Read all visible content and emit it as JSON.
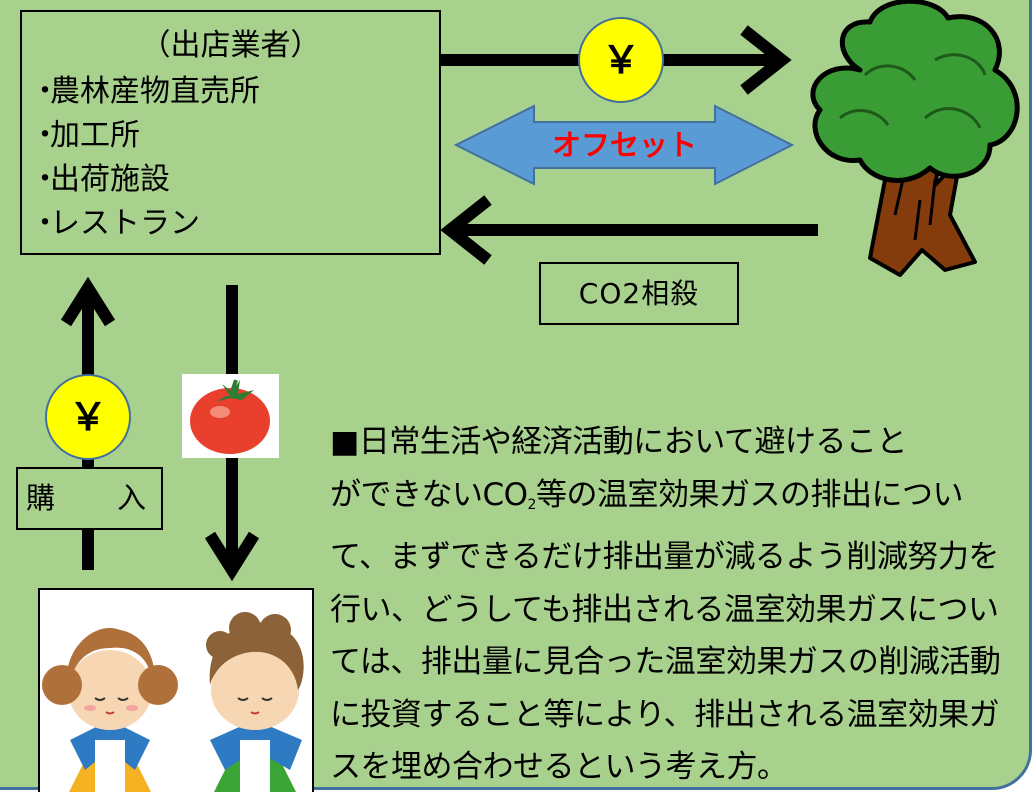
{
  "vendor": {
    "title": "（出店業者）",
    "items": [
      "農林産物直売所",
      "加工所",
      "出荷施設",
      "レストラン"
    ]
  },
  "payment_top": {
    "label": "￥"
  },
  "payment_left": {
    "label": "￥"
  },
  "offset": {
    "label": "オフセット"
  },
  "co2": {
    "label": "CO2相殺"
  },
  "purchase": {
    "char1": "購",
    "char2": "入"
  },
  "description": {
    "part1": "■日常生活や経済活動において避けること",
    "part2": "ができないCO",
    "sub": "2",
    "part3": "等の温室効果ガスの排出について、まずできるだけ排出量が減るよう削減努力を行い、どうしても排出される温室効果ガスについては、排出量に見合った温室効果ガスの削減活動に投資すること等により、排出される温室効果ガスを埋め合わせるという考え方。"
  },
  "colors": {
    "background": "#a9d18e",
    "border": "#41719c",
    "offset_arrow": "#5b9bd5",
    "offset_text": "#ff0000",
    "coin": "#ffff00"
  }
}
